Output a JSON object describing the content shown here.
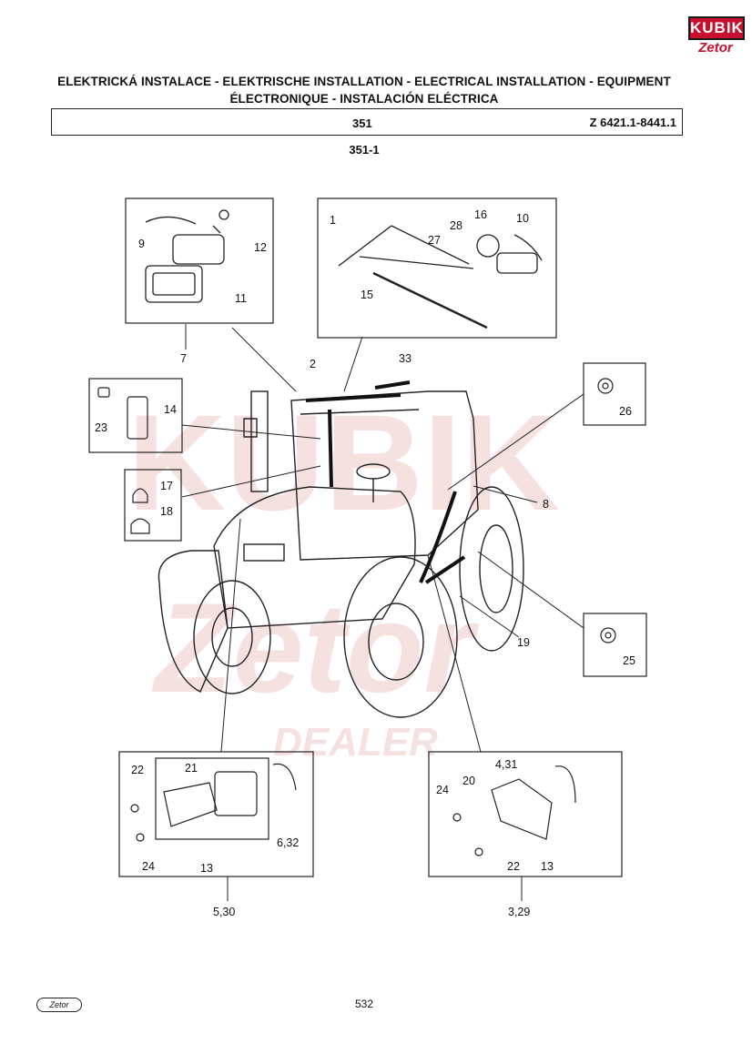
{
  "brand": {
    "logo_top": "KUBIK",
    "logo_bottom": "Zetor",
    "footer_logo": "Zetor"
  },
  "header": {
    "title_line1": "ELEKTRICKÁ INSTALACE - ELEKTRISCHE INSTALLATION - ELECTRICAL INSTALLATION - EQUIPMENT",
    "title_line2": "ÉLECTRONIQUE - INSTALACIÓN ELÉCTRICA",
    "group": "351",
    "model_range": "Z 6421.1-8441.1",
    "subgroup": "351-1"
  },
  "watermark": {
    "text1": "KUBIK",
    "text2": "Zetor",
    "text3": "DEALER",
    "color": "#f6dede"
  },
  "callouts": {
    "c1": "1",
    "c2": "2",
    "c8": "8",
    "c9": "9",
    "c10": "10",
    "c11": "11",
    "c12": "12",
    "c13a": "13",
    "c13b": "13",
    "c14": "14",
    "c15": "15",
    "c16": "16",
    "c17": "17",
    "c18": "18",
    "c19": "19",
    "c20": "20",
    "c21": "21",
    "c22a": "22",
    "c22b": "22",
    "c23": "23",
    "c24a": "24",
    "c24b": "24",
    "c25": "25",
    "c26": "26",
    "c27": "27",
    "c28": "28",
    "c33": "33",
    "c7": "7",
    "c3_29": "3,29",
    "c4_31": "4,31",
    "c5_30": "5,30",
    "c6_32": "6,32"
  },
  "page_number": "532"
}
